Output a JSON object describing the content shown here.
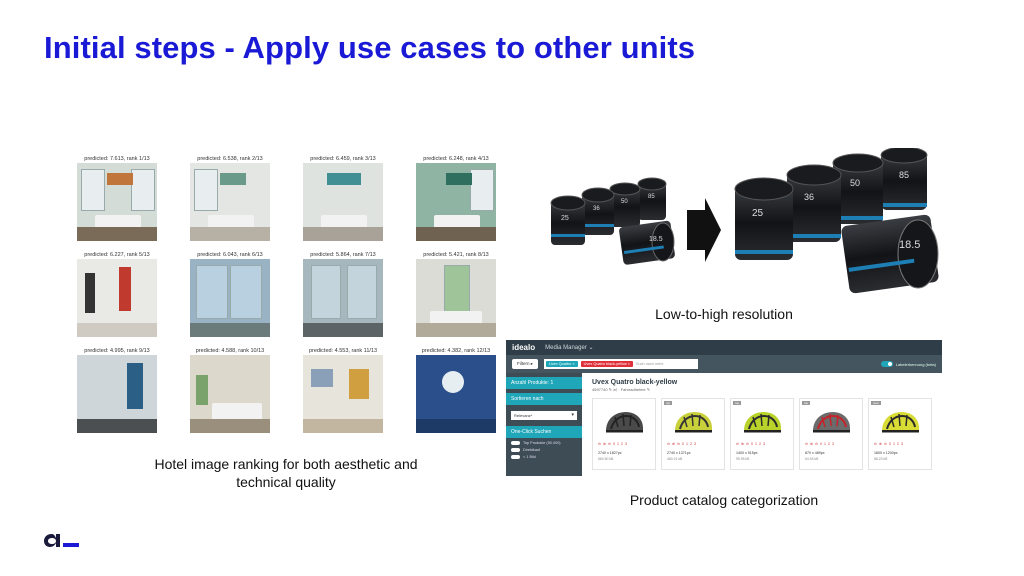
{
  "slide": {
    "title": "Initial steps - Apply use cases to other units"
  },
  "hotel": {
    "caption_line1": "Hotel image ranking for both aesthetic and",
    "caption_line2": "technical quality",
    "images": [
      {
        "label": "predicted: 7.613, rank 1/13"
      },
      {
        "label": "predicted: 6.538, rank 2/13"
      },
      {
        "label": "predicted: 6.459, rank 3/13"
      },
      {
        "label": "predicted: 6.248, rank 4/13"
      },
      {
        "label": "predicted: 6.227, rank 5/13"
      },
      {
        "label": "predicted: 6.043, rank 6/13"
      },
      {
        "label": "predicted: 5.864, rank 7/13"
      },
      {
        "label": "predicted: 5.421, rank 8/13"
      },
      {
        "label": "predicted: 4.995, rank 9/13"
      },
      {
        "label": "predicted: 4.588, rank 10/13"
      },
      {
        "label": "predicted: 4.553, rank 11/13"
      },
      {
        "label": "predicted: 4.382, rank 12/13"
      }
    ]
  },
  "lenses": {
    "caption": "Low-to-high resolution",
    "small_numbers": [
      "25",
      "36",
      "50",
      "85",
      "18.5"
    ],
    "large_numbers": [
      "25",
      "36",
      "50",
      "85",
      "18.5"
    ]
  },
  "catalog": {
    "caption": "Product catalog categorization",
    "logo": "idealo",
    "menu": "Media Manager ⌄",
    "filter_button": "Filtern ▸",
    "tag_a": "Uvex Quattro ×",
    "tag_b": "Uvex Quatro black-yellow ×",
    "search_placeholder": "Such nach mehr",
    "toggle_label": "Labelerkennung (beta)",
    "product_count": "Anzahl Produkte: 1",
    "sort_label": "Sortieren nach",
    "sort_value": "Relevanz*",
    "oneclick_label": "One-Click Suchen",
    "side_options": [
      "Top Produkte (50.000)",
      "Direktkauf",
      "< 1 Bild"
    ],
    "product_title": "Uvex Quatro black-yellow",
    "product_sub": "4597740 ✎ 🗐 · Fahrradhelme ✎",
    "cards": [
      {
        "badge": "",
        "flags": "⊖ ⊕ ⊖ 0 1 2 3",
        "dims": "2740 x 1827px",
        "size": "660.50 kB",
        "color": "#4a4a4a",
        "accent": "#222222"
      },
      {
        "badge": "top",
        "flags": "⊖ ⊕ ⊖ 0 1 2 3",
        "dims": "2740 x 1371px",
        "size": "460.21 kB",
        "color": "#c8d13a",
        "accent": "#333333"
      },
      {
        "badge": "top",
        "flags": "⊖ ⊕ ⊖ 0 1 2 3",
        "dims": "1400 x 915px",
        "size": "99.95 kB",
        "color": "#b9d32a",
        "accent": "#2a2a2a"
      },
      {
        "badge": "top",
        "flags": "⊖ ⊕ ⊖ 0 1 2 3",
        "dims": "870 x 489px",
        "size": "64.53 kB",
        "color": "#6b6b6b",
        "accent": "#c4232b"
      },
      {
        "badge": "new",
        "flags": "⊖ ⊕ ⊖ 0 1 2 3",
        "dims": "1600 x 1200px",
        "size": "88.23 kB",
        "color": "#d8dc35",
        "accent": "#2a2a2a"
      }
    ]
  },
  "colors": {
    "title": "#1a1ad6",
    "accent_teal": "#1fa6b8",
    "navy": "#2e3d47",
    "brand_dark": "#1a1a3a",
    "brand_blue": "#1a1ad6"
  }
}
